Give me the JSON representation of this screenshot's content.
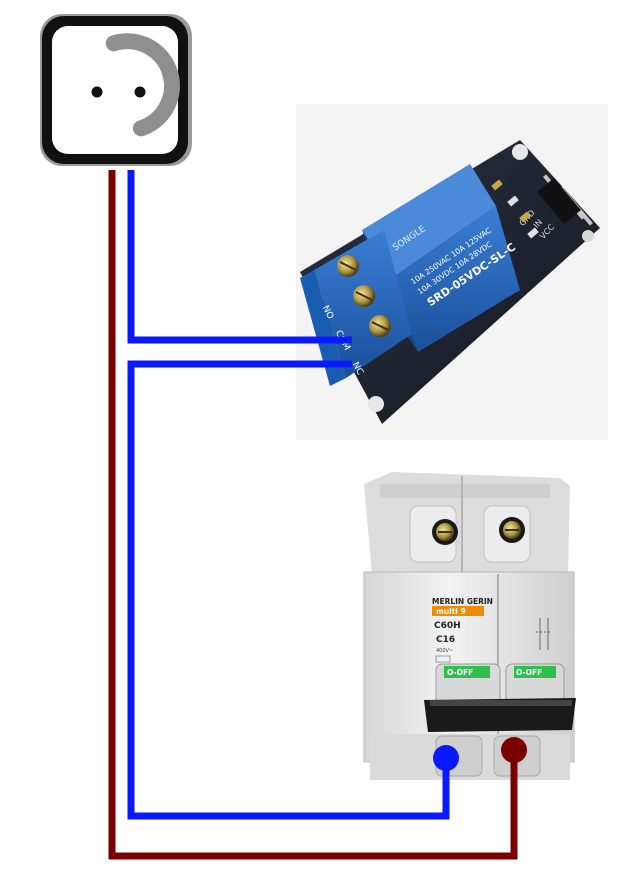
{
  "colors": {
    "live_wire": "#7a0000",
    "neutral_wire": "#0a1aff",
    "relay_blue": "#1f5fb4",
    "relay_board": "#1c2230",
    "terminal_blue": "#2a7fd0",
    "breaker_body": "#e7e7e7",
    "breaker_toggle": "#2fbf4f",
    "breaker_label": "#f08a00"
  },
  "relay": {
    "brand": "SONGLE",
    "rating_line1": "10A 250VAC  10A 125VAC",
    "rating_line2": "10A 30VDC  10A 28VDC",
    "model": "SRD-05VDC-SL-C",
    "terminal_no": "NO",
    "terminal_com": "COM",
    "terminal_nc": "NC",
    "pin_gnd": "GND",
    "pin_in": "IN",
    "pin_vcc": "VCC"
  },
  "breaker": {
    "brand": "MERLIN GERIN",
    "series": "multi 9",
    "model": "C60H",
    "rating": "C16",
    "voltage": "400V~",
    "left_toggle": "O-OFF",
    "right_toggle": "O-OFF"
  },
  "icons": {
    "outlet": "wall-socket-icon"
  }
}
